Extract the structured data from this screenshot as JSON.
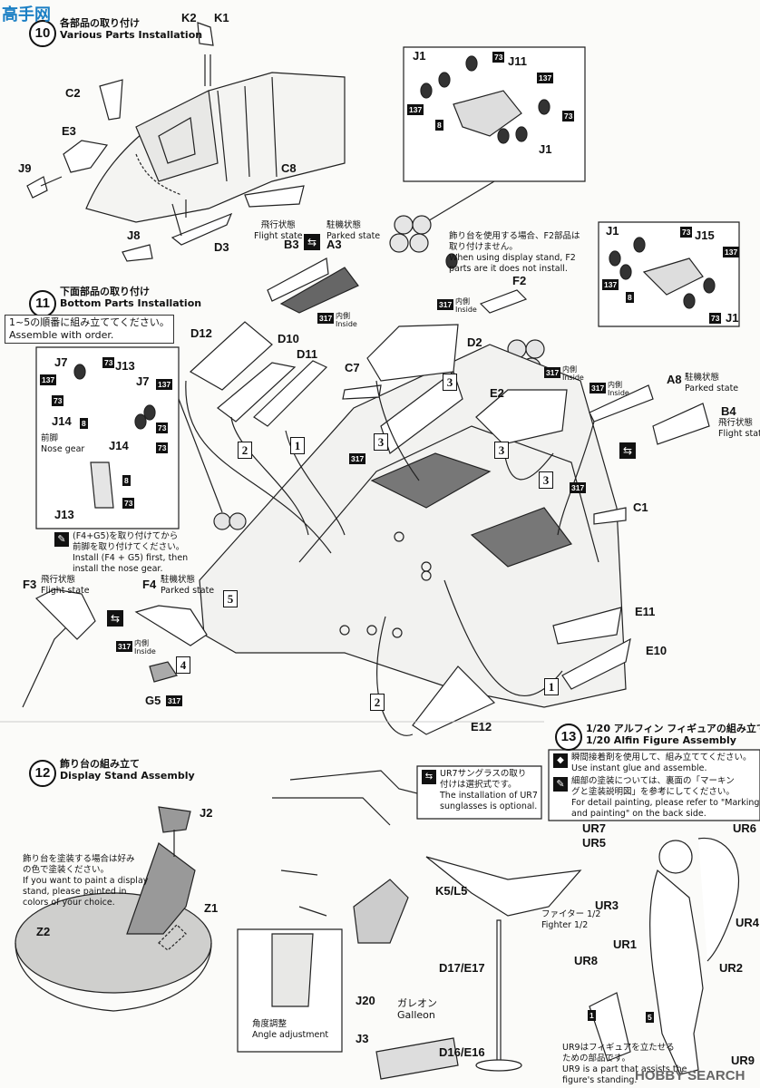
{
  "step10": {
    "num": "10",
    "jp": "各部品の取り付け",
    "en": "Various Parts Installation"
  },
  "step11": {
    "num": "11",
    "jp": "下面部品の取り付け",
    "en": "Bottom Parts Installation",
    "order_jp": "1~5の順番に組み立ててください。",
    "order_en": "Assemble with order."
  },
  "step12": {
    "num": "12",
    "jp": "飾り台の組み立て",
    "en": "Display Stand Assembly"
  },
  "step13": {
    "num": "13",
    "jp": "1/20 アルフィン フィギュアの組み立て",
    "en": "1/20 Alfin Figure Assembly"
  },
  "parts": {
    "K2": "K2",
    "K1": "K1",
    "C2": "C2",
    "E3": "E3",
    "J9": "J9",
    "C8": "C8",
    "J8": "J8",
    "D3": "D3",
    "J1a": "J1",
    "J11": "J11",
    "J1b": "J1",
    "J1c": "J1",
    "J15": "J15",
    "J1d": "J1",
    "B3": "B3",
    "A3": "A3",
    "F2": "F2",
    "D2": "D2",
    "D12": "D12",
    "D10": "D10",
    "D11": "D11",
    "C7": "C7",
    "E2": "E2",
    "A8": "A8",
    "B4": "B4",
    "C1": "C1",
    "E11": "E11",
    "E10": "E10",
    "E12": "E12",
    "J7a": "J7",
    "J13a": "J13",
    "J7b": "J7",
    "J14a": "J14",
    "J14b": "J14",
    "J13b": "J13",
    "F3": "F3",
    "F4": "F4",
    "G5": "G5",
    "J2": "J2",
    "Z1": "Z1",
    "Z2": "Z2",
    "J20": "J20",
    "J3": "J3",
    "K5L5": "K5/L5",
    "D17E17": "D17/E17",
    "D16E16": "D16/E16",
    "UR7": "UR7",
    "UR5": "UR5",
    "UR6": "UR6",
    "UR3": "UR3",
    "UR4": "UR4",
    "UR1": "UR1",
    "UR2": "UR2",
    "UR8": "UR8",
    "UR9": "UR9"
  },
  "badges": {
    "b137": "137",
    "b73": "73",
    "b8": "8",
    "b317": "317",
    "b1": "1",
    "b5": "5"
  },
  "text": {
    "flight_jp": "飛行状態",
    "flight_en": "Flight state",
    "parked_jp": "駐機状態",
    "parked_en": "Parked state",
    "inside_jp": "内側",
    "inside_en": "Inside",
    "f2_jp1": "飾り台を使用する場合、F2部品は",
    "f2_jp2": "取り付けません。",
    "f2_en1": "When using display stand, F2",
    "f2_en2": "parts are it does not install.",
    "nose_jp": "前脚",
    "nose_en": "Nose gear",
    "f4_jp1": "(F4+G5)を取り付けてから",
    "f4_jp2": "前脚を取り付けてください。",
    "f4_en1": "Install (F4 + G5) first, then",
    "f4_en2": "install the nose gear.",
    "paint_jp1": "飾り台を塗装する場合は好み",
    "paint_jp2": "の色で塗装ください。",
    "paint_en1": "If you want to paint a display",
    "paint_en2": "stand, please painted in",
    "paint_en3": "colors of your choice.",
    "angle_jp": "角度調整",
    "angle_en": "Angle adjustment",
    "galleon_jp": "ガレオン",
    "galleon_en": "Galleon",
    "fighter_jp": "ファイター 1/2",
    "fighter_en": "Fighter 1/2",
    "ur7_jp1": "UR7サングラスの取り",
    "ur7_jp2": "付けは選択式です。",
    "ur7_en1": "The installation of UR7",
    "ur7_en2": "sunglasses is optional.",
    "glue_jp": "瞬間接着剤を使用して、組み立ててください。",
    "glue_en": "Use instant glue and assemble.",
    "detail_jp1": "細部の塗装については、裏面の「マーキン",
    "detail_jp2": "グと塗装説明図」を参考にしてください。",
    "detail_en1": "For detail painting, please refer to \"Marking",
    "detail_en2": "and painting\" on the back side.",
    "ur9_jp1": "UR9はフィギュアを立たせる",
    "ur9_jp2": "ための部品です。",
    "ur9_en1": "UR9 is a part that assists the",
    "ur9_en2": "figure's standing."
  },
  "watermark": {
    "top": "高手网",
    "bottom": "HOBBY SEARCH"
  }
}
